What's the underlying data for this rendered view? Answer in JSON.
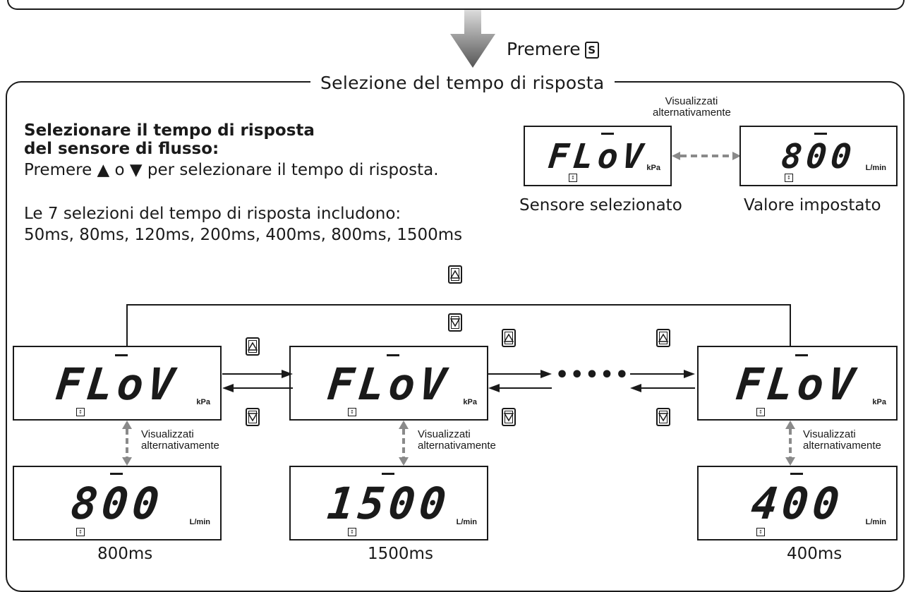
{
  "header": {
    "press_label": "Premere",
    "key_symbol": "S"
  },
  "section_title": "Selezione del tempo di risposta",
  "instructions": {
    "heading_line1": "Selezionare il tempo di risposta",
    "heading_line2": "del sensore di flusso:",
    "line1": "Premere ▲ o ▼ per selezionare il tempo di risposta.",
    "line2": "Le 7 selezioni del tempo di risposta includono:",
    "line3": "50ms, 80ms, 120ms, 200ms, 400ms, 800ms, 1500ms"
  },
  "alternate_label_line1": "Visualizzati",
  "alternate_label_line2": "alternativamente",
  "legend": {
    "sensor_display": {
      "text": "FLoV",
      "unit": "kPa",
      "caption": "Sensore selezionato"
    },
    "value_display": {
      "text": "800",
      "unit": "L/min",
      "caption": "Valore impostato"
    }
  },
  "dots": "•••••",
  "sequence": [
    {
      "sensor_text": "FLoV",
      "sensor_unit": "kPa",
      "value_text": "800",
      "value_unit": "L/min",
      "caption": "800ms"
    },
    {
      "sensor_text": "FLoV",
      "sensor_unit": "kPa",
      "value_text": "1500",
      "value_unit": "L/min",
      "caption": "1500ms"
    },
    {
      "sensor_text": "FLoV",
      "sensor_unit": "kPa",
      "value_text": "400",
      "value_unit": "L/min",
      "caption": "400ms"
    }
  ],
  "colors": {
    "stroke": "#1a1a1a",
    "alternate_arrow": "#8a8a8a",
    "down_arrow_top": "#d9d9d9",
    "down_arrow_bottom": "#555555"
  }
}
